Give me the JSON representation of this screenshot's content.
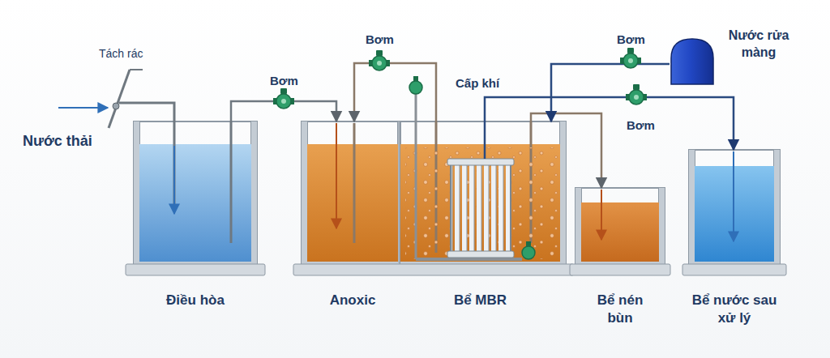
{
  "diagram": {
    "nodes": [
      {
        "text": [
          "Điều hòa"
        ]
      },
      {
        "text": [
          "Anoxic"
        ]
      },
      {
        "text": [
          "Bể MBR"
        ]
      },
      {
        "text": [
          "Bể nén bùn"
        ]
      },
      {
        "text": [
          "Bể nước sau xử lý"
        ]
      },
      {
        "text": [
          "Nước rửa màng"
        ]
      }
    ],
    "edges": [
      {
        "from": 0,
        "to": 1,
        "arrow": "to",
        "label": "Bơm"
      },
      {
        "from": 2,
        "to": 1,
        "arrow": "to",
        "label": "Bơm"
      },
      {
        "from": 2,
        "to": 3,
        "arrow": "to"
      },
      {
        "from": 2,
        "to": 4,
        "arrow": "to",
        "label": "Bơm"
      },
      {
        "from": 5,
        "to": 2,
        "arrow": "to",
        "label": "Bơm"
      }
    ],
    "labels": [
      "Tách rác",
      "Nước thải",
      "Cấp khí"
    ]
  }
}
